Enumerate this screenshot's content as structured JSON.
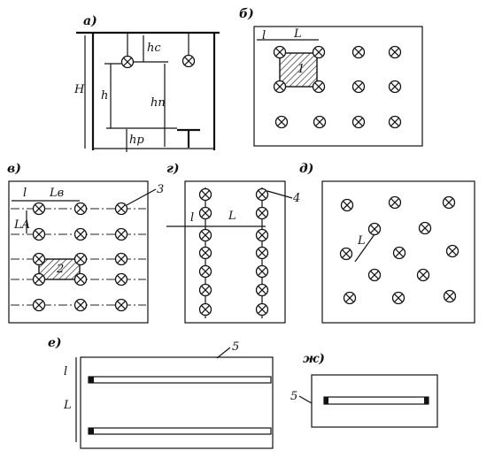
{
  "panels": {
    "a": "а)",
    "b": "б)",
    "v": "в)",
    "g": "г)",
    "d": "д)",
    "e": "е)",
    "zh": "ж)"
  },
  "labels": {
    "H": "H",
    "h": "h",
    "hc": "hc",
    "hp_vert": "hп",
    "hr": "hр",
    "l": "l",
    "L": "L",
    "Lv": "Lв",
    "LA": "LA",
    "area_num": "1",
    "area_num_v": "2",
    "ref3": "3",
    "ref4": "4",
    "ref5": "5",
    "ref5b": "5"
  }
}
